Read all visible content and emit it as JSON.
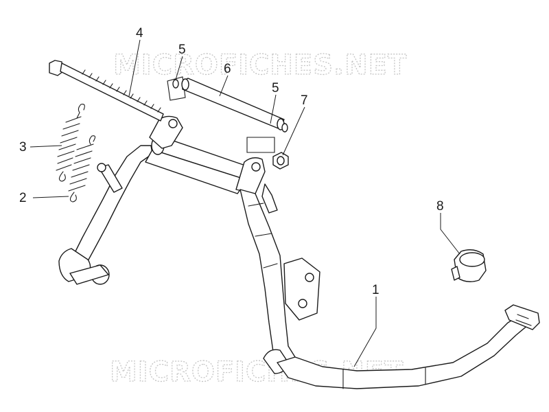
{
  "watermark": {
    "text": "MICROFICHES.NET"
  },
  "callouts": {
    "c1": "1",
    "c2": "2",
    "c3": "3",
    "c4": "4",
    "c5a": "5",
    "c5b": "5",
    "c6": "6",
    "c7": "7",
    "c8": "8"
  }
}
